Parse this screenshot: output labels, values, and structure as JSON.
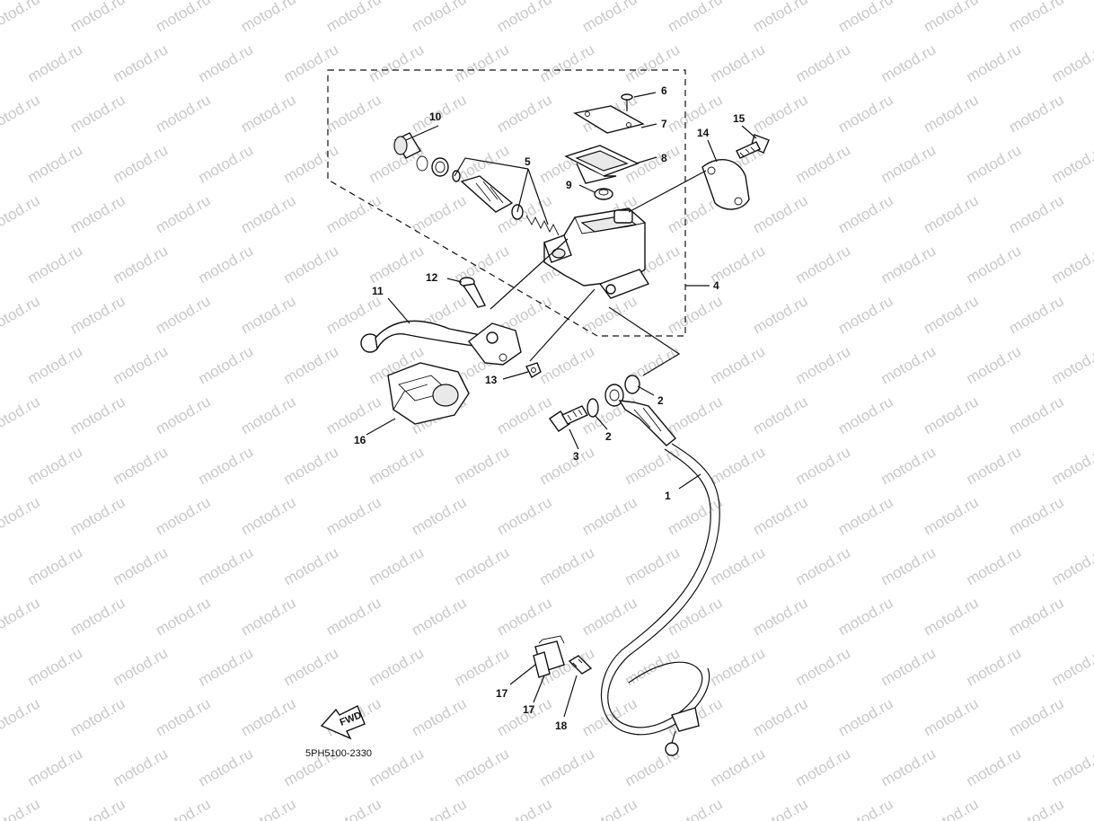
{
  "watermark": {
    "text": "motod.ru"
  },
  "diagram_code": "5PH5100-2330",
  "fwd_label": "FWD",
  "callouts": [
    {
      "id": "c1",
      "text": "1"
    },
    {
      "id": "c2a",
      "text": "2"
    },
    {
      "id": "c2b",
      "text": "2"
    },
    {
      "id": "c3",
      "text": "3"
    },
    {
      "id": "c4",
      "text": "4"
    },
    {
      "id": "c5",
      "text": "5"
    },
    {
      "id": "c6",
      "text": "6"
    },
    {
      "id": "c7",
      "text": "7"
    },
    {
      "id": "c8",
      "text": "8"
    },
    {
      "id": "c9",
      "text": "9"
    },
    {
      "id": "c10",
      "text": "10"
    },
    {
      "id": "c11",
      "text": "11"
    },
    {
      "id": "c12",
      "text": "12"
    },
    {
      "id": "c13",
      "text": "13"
    },
    {
      "id": "c14",
      "text": "14"
    },
    {
      "id": "c15",
      "text": "15"
    },
    {
      "id": "c16",
      "text": "16"
    },
    {
      "id": "c17a",
      "text": "17"
    },
    {
      "id": "c17b",
      "text": "17"
    },
    {
      "id": "c18",
      "text": "18"
    }
  ]
}
